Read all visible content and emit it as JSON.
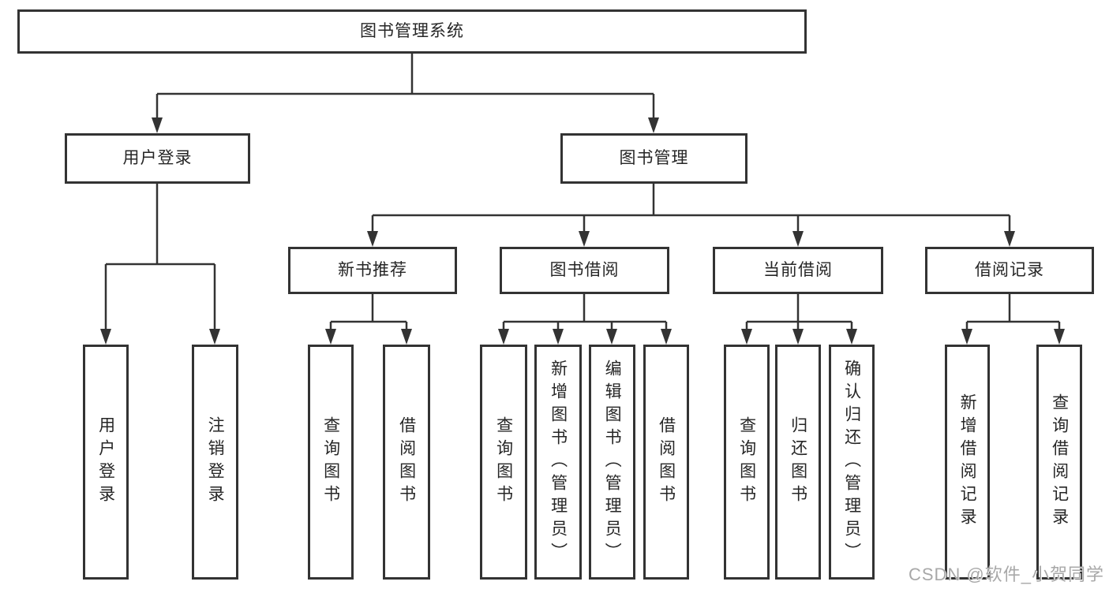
{
  "diagram_type": "hierarchy-tree",
  "tree": {
    "label": "图书管理系统",
    "children": [
      {
        "label": "用户登录",
        "children": [
          {
            "label": "用户登录"
          },
          {
            "label": "注销登录"
          }
        ]
      },
      {
        "label": "图书管理",
        "children": [
          {
            "label": "新书推荐",
            "children": [
              {
                "label": "查询图书"
              },
              {
                "label": "借阅图书"
              }
            ]
          },
          {
            "label": "图书借阅",
            "children": [
              {
                "label": "查询图书"
              },
              {
                "label": "新增图书（管理员）"
              },
              {
                "label": "编辑图书（管理员）"
              },
              {
                "label": "借阅图书"
              }
            ]
          },
          {
            "label": "当前借阅",
            "children": [
              {
                "label": "查询图书"
              },
              {
                "label": "归还图书"
              },
              {
                "label": "确认归还（管理员）"
              }
            ]
          },
          {
            "label": "借阅记录",
            "children": [
              {
                "label": "新增借阅记录"
              },
              {
                "label": "查询借阅记录"
              }
            ]
          }
        ]
      }
    ]
  },
  "watermark": {
    "text": "CSDN @软件_小贺同学"
  },
  "colors": {
    "line": "#333333",
    "box_border": "#333333",
    "box_bg": "#ffffff",
    "text": "#262626",
    "background": "#ffffff",
    "watermark": "#a8a8a8"
  }
}
